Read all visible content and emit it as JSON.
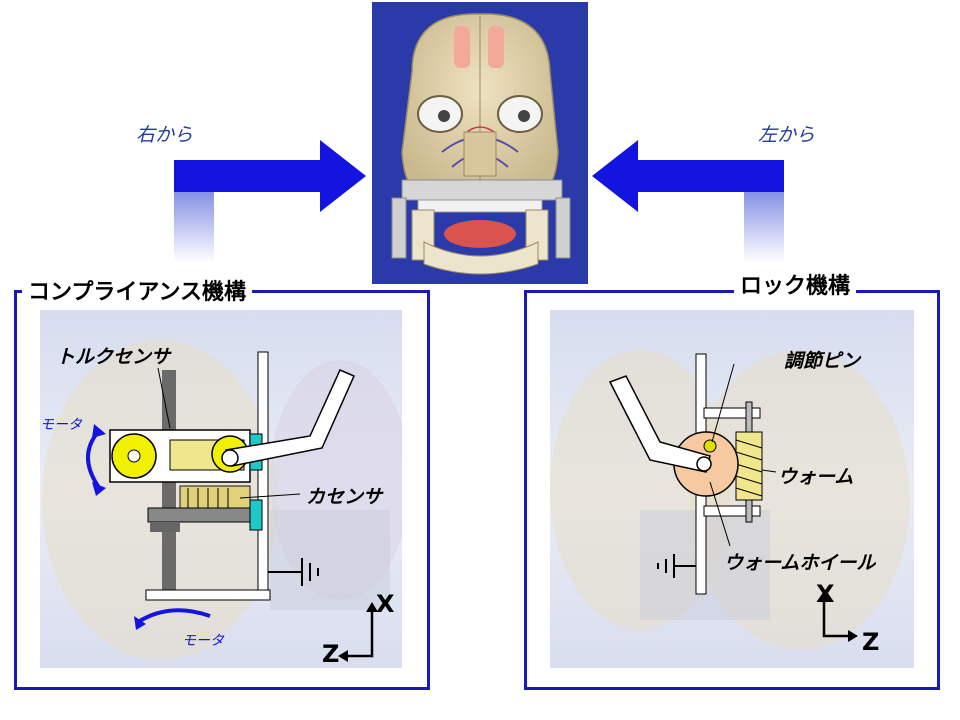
{
  "arrows": {
    "right_label": "右から",
    "left_label": "左から"
  },
  "compliance": {
    "title": "コンプライアンス機構",
    "torque_sensor": "トルクセンサ",
    "motor_top": "モータ",
    "force_sensor": "カセンサ",
    "motor_bottom": "モータ",
    "axis_x": "X",
    "axis_z": "Z"
  },
  "lock": {
    "title": "ロック機構",
    "adjust_pin": "調節ピン",
    "worm": "ウォーム",
    "worm_wheel": "ウォームホイール",
    "axis_x": "X",
    "axis_z": "Z"
  },
  "colors": {
    "frame_blue": "#1a1ab8",
    "arrow_blue": "#1414e0",
    "photo_bg": "#2a3aa8",
    "gear_yellow": "#f0f000",
    "wheel_orange": "#f6c9a0",
    "sensor_cyan": "#20c8c8"
  }
}
